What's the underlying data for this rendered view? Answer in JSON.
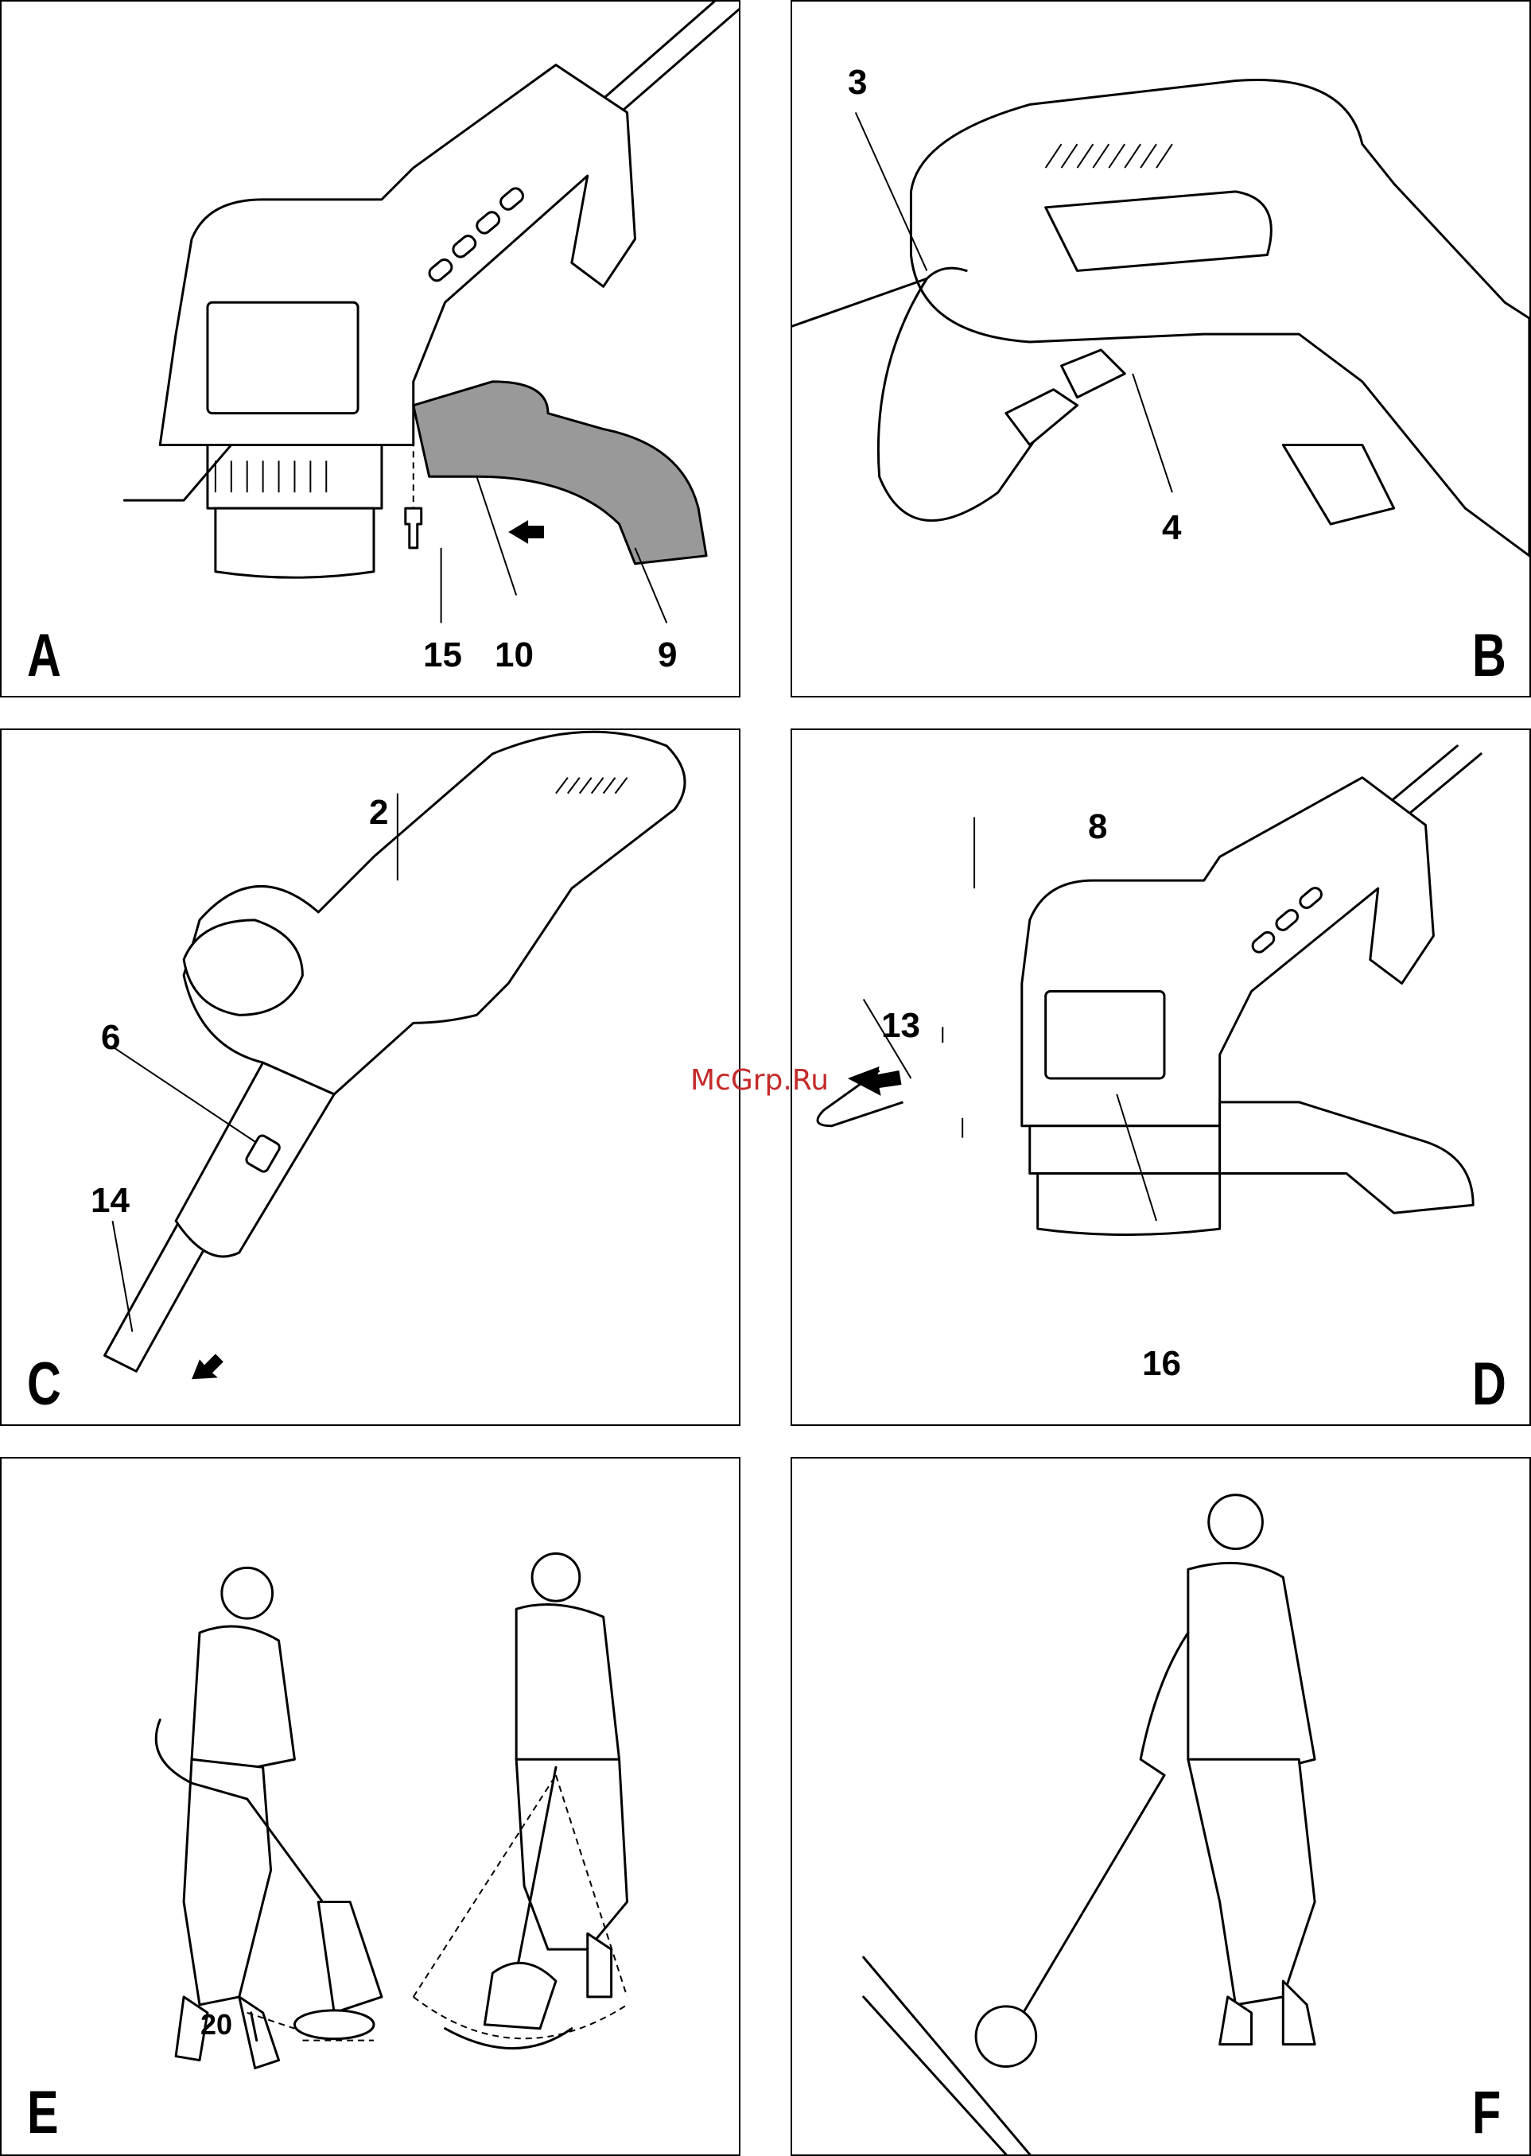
{
  "panels": {
    "a": {
      "letter": "A",
      "callouts": [
        "15",
        "10",
        "9"
      ]
    },
    "b": {
      "letter": "B",
      "callouts": [
        "3",
        "4"
      ]
    },
    "c": {
      "letter": "C",
      "callouts": [
        "2",
        "6",
        "14"
      ]
    },
    "d": {
      "letter": "D",
      "callouts": [
        "8",
        "13",
        "16"
      ]
    },
    "e": {
      "letter": "E",
      "callouts": [
        "20"
      ]
    },
    "f": {
      "letter": "F",
      "callouts": []
    }
  },
  "watermark": "McGrp.Ru",
  "colors": {
    "line": "#000000",
    "shaded_part": "#999999",
    "watermark": "#c42a2a"
  }
}
